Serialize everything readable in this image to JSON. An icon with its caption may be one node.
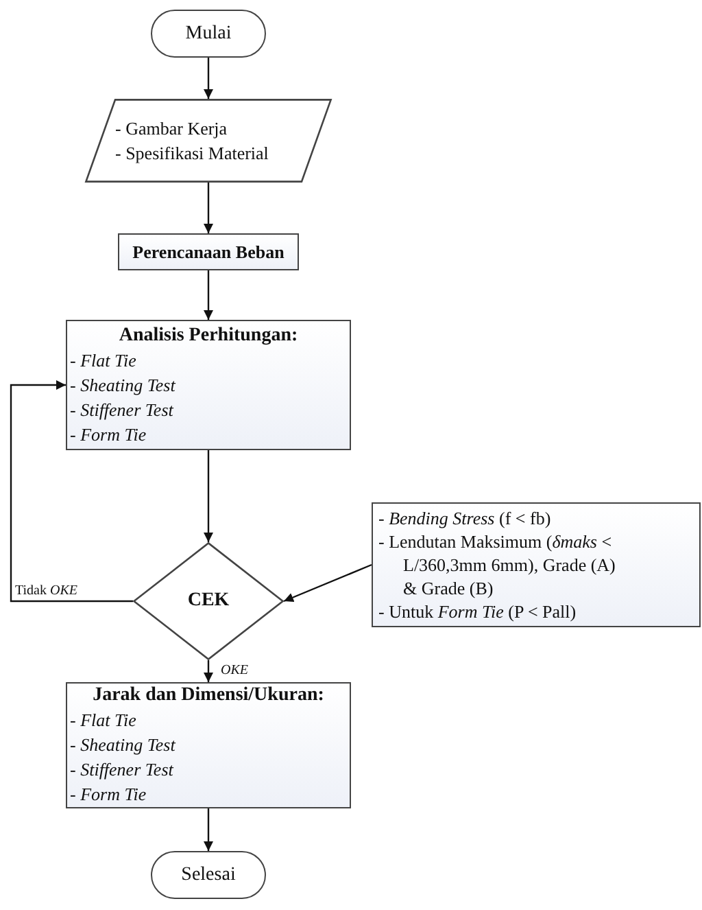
{
  "diagram": {
    "nodes": [
      {
        "text": [
          "Mulai"
        ]
      },
      {
        "text": [
          "- Gambar Kerja",
          "- Spesifikasi Material"
        ]
      },
      {
        "text": [
          "Perencanaan Beban"
        ]
      },
      {
        "text": [
          "Analisis Perhitungan:",
          "- *Flat Tie*",
          "- *Sheating Test*",
          "- *Stiffener Test*",
          "- *Form Tie*"
        ]
      },
      {
        "text": [
          "CEK"
        ]
      },
      {
        "text": [
          "- *Bending Stress* (f < fb)",
          "- Lendutan Maksimum (*δmaks* < L/360,3mm 6mm), Grade (A) & Grade (B)",
          "- Untuk *Form Tie* (P < Pall)"
        ]
      },
      {
        "text": [
          "Jarak dan Dimensi/Ukuran:",
          "- *Flat Tie*",
          "- *Sheating Test*",
          "- *Stiffener Test*",
          "- *Form Tie*"
        ]
      },
      {
        "text": [
          "Selesai"
        ]
      }
    ],
    "edges": [
      {
        "from": 0,
        "to": 1,
        "arrow": "to"
      },
      {
        "from": 1,
        "to": 2,
        "arrow": "to"
      },
      {
        "from": 2,
        "to": 3,
        "arrow": "to"
      },
      {
        "from": 3,
        "to": 4,
        "arrow": "to"
      },
      {
        "from": 5,
        "to": 4,
        "arrow": "to"
      },
      {
        "from": 4,
        "to": 3,
        "arrow": "to",
        "label": "Tidak *OKE*"
      },
      {
        "from": 4,
        "to": 6,
        "arrow": "to",
        "label": "*OKE*"
      },
      {
        "from": 6,
        "to": 7,
        "arrow": "to"
      }
    ]
  }
}
